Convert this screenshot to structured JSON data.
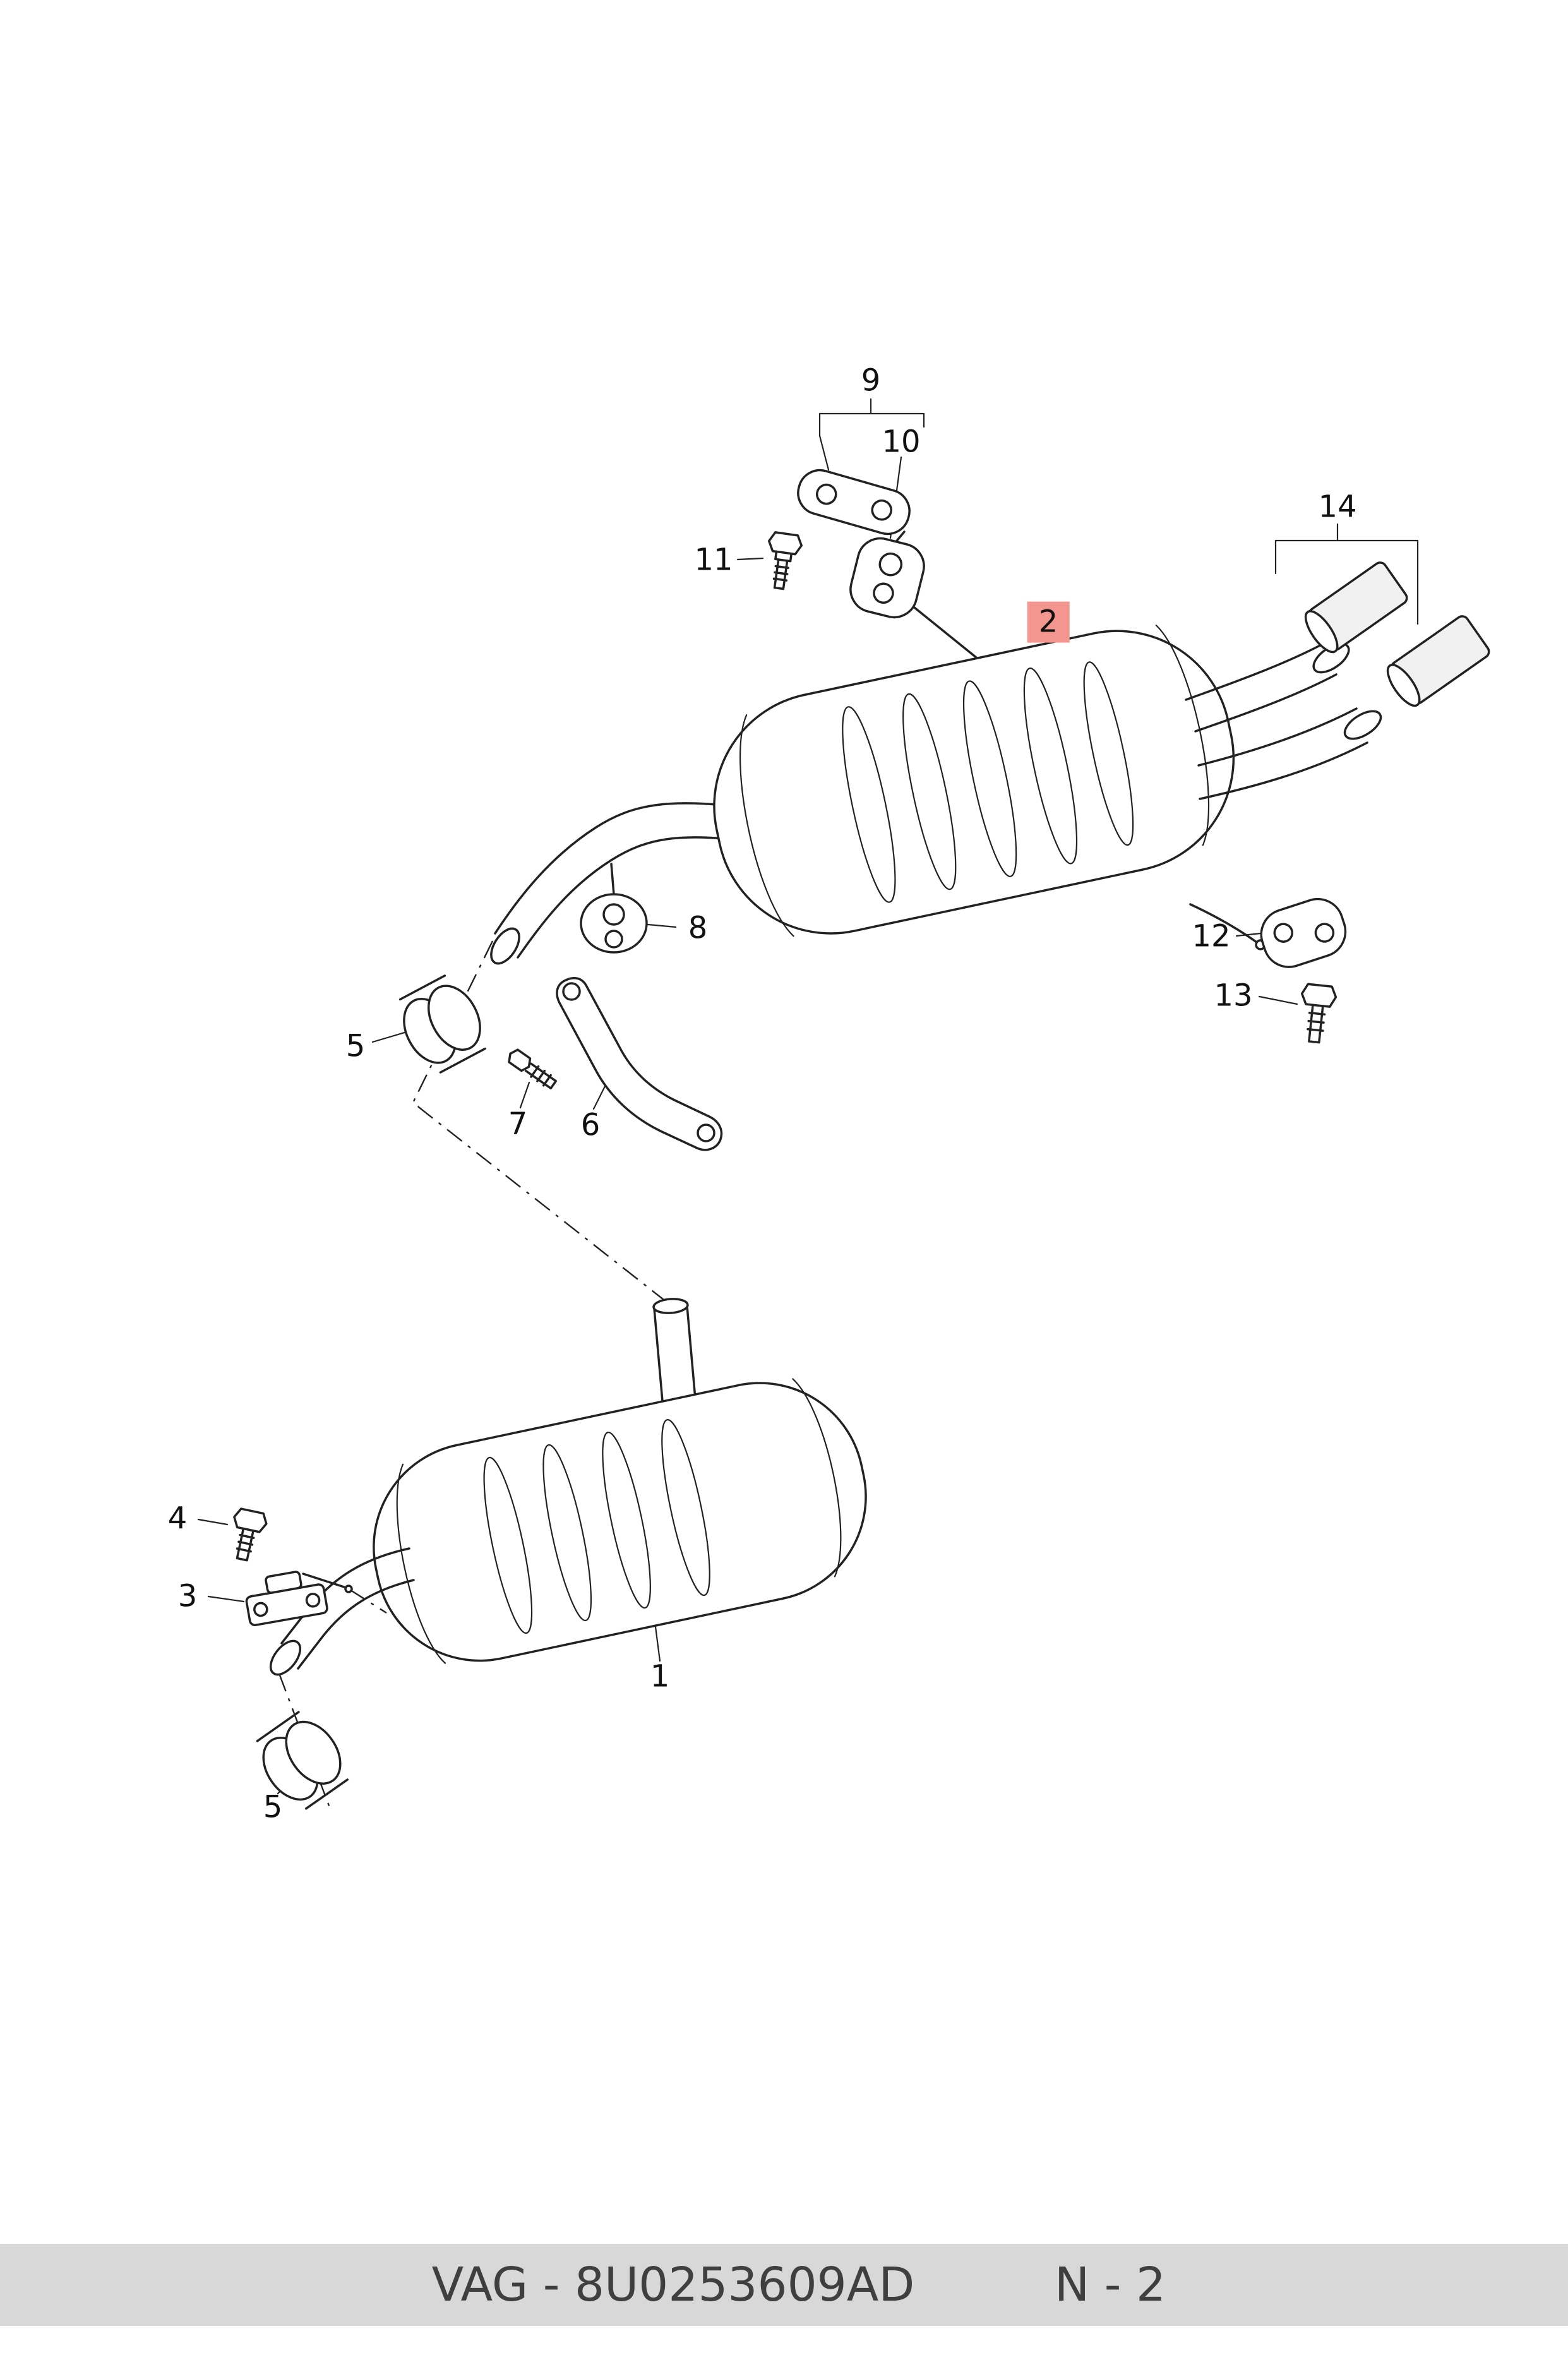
{
  "diagram": {
    "callouts": {
      "c1": "1",
      "c2": "2",
      "c3": "3",
      "c4": "4",
      "c5a": "5",
      "c5b": "5",
      "c6": "6",
      "c7": "7",
      "c8": "8",
      "c9": "9",
      "c10": "10",
      "c11": "11",
      "c12": "12",
      "c13": "13",
      "c14": "14"
    },
    "highlighted_callout": "2",
    "highlight_color": "#f2968f"
  },
  "footer": {
    "part_code": "VAG - 8U0253609AD",
    "page_ref": "N - 2"
  }
}
